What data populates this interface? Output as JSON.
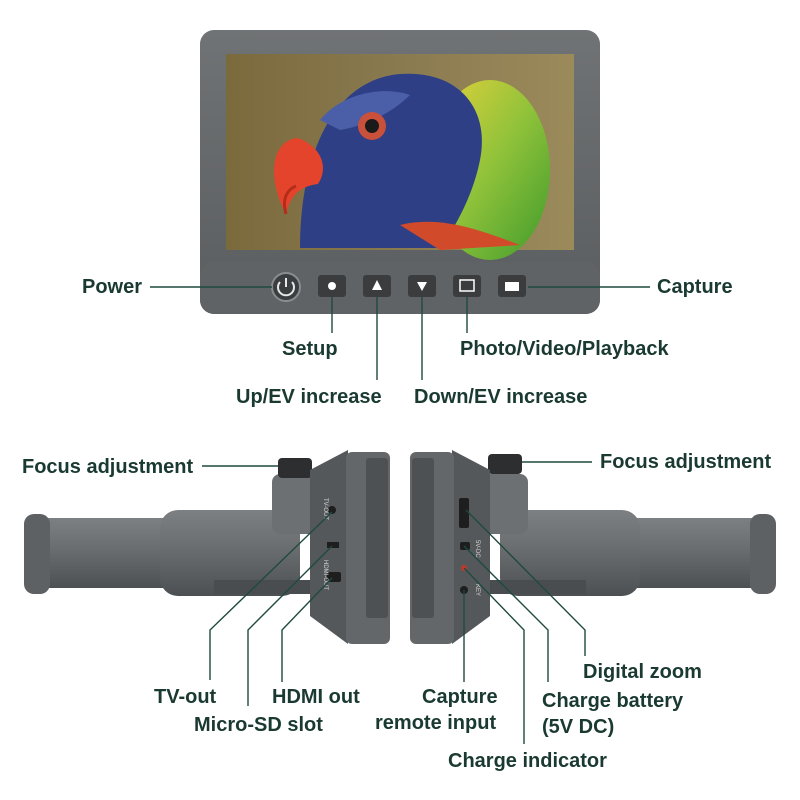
{
  "front_labels": {
    "power": "Power",
    "capture": "Capture",
    "setup": "Setup",
    "photo_video_playback": "Photo/Video/Playback",
    "up_ev": "Up/EV increase",
    "down_ev": "Down/EV increase"
  },
  "left_side_labels": {
    "focus": "Focus adjustment",
    "tv_out": "TV-out",
    "micro_sd": "Micro-SD slot",
    "hdmi_out": "HDMI out"
  },
  "right_side_labels": {
    "focus": "Focus adjustment",
    "digital_zoom": "Digital zoom",
    "capture_remote_line1": "Capture",
    "capture_remote_line2": "remote input",
    "charge_battery_line1": "Charge battery",
    "charge_battery_line2": "(5V DC)",
    "charge_indicator": "Charge indicator"
  },
  "port_text": {
    "tv_out": "TV-OUT",
    "hdmi": "HDMI-OUT",
    "dc": "5V-DC",
    "key": "KEY"
  },
  "colors": {
    "label_text": "#1a3a31",
    "leader_line": "#1f4a3f",
    "device_body": "#6b6e70",
    "device_dark": "#3a3c3e"
  }
}
